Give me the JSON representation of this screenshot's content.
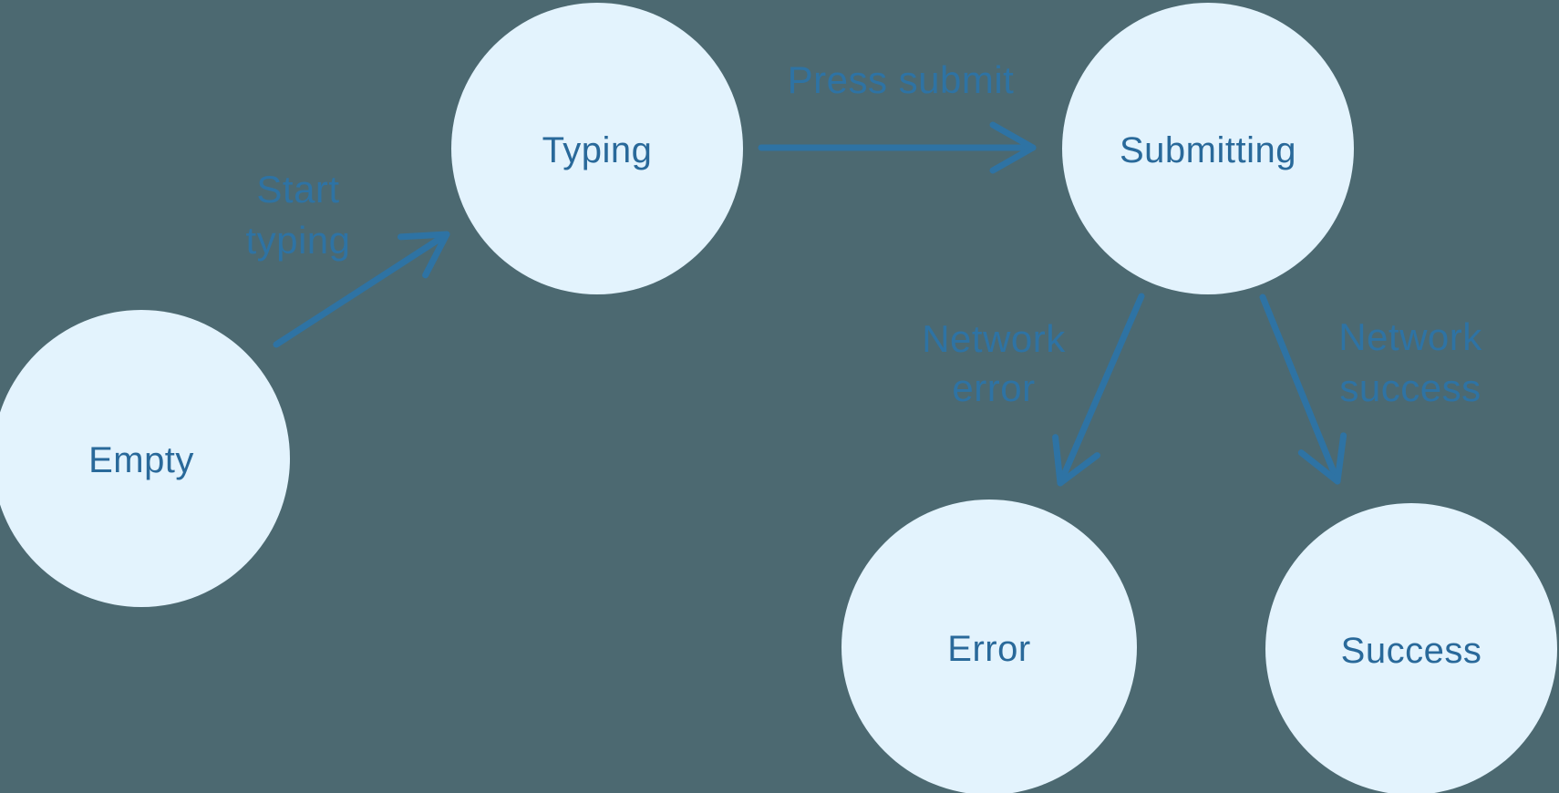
{
  "diagram": {
    "type": "state-machine",
    "colors": {
      "background": "#4c6971",
      "node_fill": "#e3f3fd",
      "node_label": "#29699a",
      "edge_accent": "#2e73a4"
    },
    "nodes": [
      {
        "id": "empty",
        "label": "Empty"
      },
      {
        "id": "typing",
        "label": "Typing"
      },
      {
        "id": "submitting",
        "label": "Submitting"
      },
      {
        "id": "error",
        "label": "Error"
      },
      {
        "id": "success",
        "label": "Success"
      }
    ],
    "edges": [
      {
        "from": "empty",
        "to": "typing",
        "label": "Start typing",
        "label_line1": "Start",
        "label_line2": "typing"
      },
      {
        "from": "typing",
        "to": "submitting",
        "label": "Press submit",
        "label_line1": "Press submit",
        "label_line2": ""
      },
      {
        "from": "submitting",
        "to": "error",
        "label": "Network error",
        "label_line1": "Network",
        "label_line2": "error"
      },
      {
        "from": "submitting",
        "to": "success",
        "label": "Network success",
        "label_line1": "Network",
        "label_line2": "success"
      }
    ]
  }
}
